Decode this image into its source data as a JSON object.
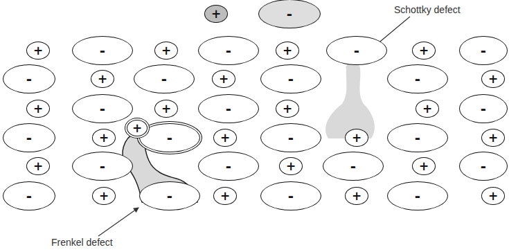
{
  "diagram": {
    "nodes": [
      {
        "text": [
          "+"
        ]
      },
      {
        "text": [
          "-"
        ]
      },
      {
        "text": [
          "+"
        ]
      },
      {
        "text": [
          "-"
        ]
      },
      {
        "text": [
          "+"
        ]
      },
      {
        "text": [
          "-"
        ]
      },
      {
        "text": [
          "+"
        ]
      },
      {
        "text": [
          "-"
        ]
      },
      {
        "text": [
          "+"
        ]
      },
      {
        "text": [
          "-"
        ]
      },
      {
        "text": [
          "-"
        ]
      },
      {
        "text": [
          "+"
        ]
      },
      {
        "text": [
          "-"
        ]
      },
      {
        "text": [
          "+"
        ]
      },
      {
        "text": [
          "-"
        ]
      },
      {
        "text": [
          "-"
        ]
      },
      {
        "text": [
          "+"
        ]
      },
      {
        "text": [
          "+"
        ]
      },
      {
        "text": [
          "-"
        ]
      },
      {
        "text": [
          "+"
        ]
      },
      {
        "text": [
          "-"
        ]
      },
      {
        "text": [
          "+"
        ]
      },
      {
        "text": [
          "+"
        ]
      },
      {
        "text": [
          "-"
        ]
      },
      {
        "text": [
          "-"
        ]
      },
      {
        "text": [
          "+"
        ]
      },
      {
        "text": [
          "+"
        ]
      },
      {
        "text": [
          "-"
        ]
      },
      {
        "text": [
          "+"
        ]
      },
      {
        "text": [
          "-"
        ]
      },
      {
        "text": [
          "+"
        ]
      },
      {
        "text": [
          "-"
        ]
      },
      {
        "text": [
          "+"
        ]
      },
      {
        "text": [
          "+"
        ]
      },
      {
        "text": [
          "-"
        ]
      },
      {
        "text": [
          "-"
        ]
      },
      {
        "text": [
          "+"
        ]
      },
      {
        "text": [
          "-"
        ]
      },
      {
        "text": [
          "+"
        ]
      },
      {
        "text": [
          "-"
        ]
      },
      {
        "text": [
          "-"
        ]
      },
      {
        "text": [
          "+"
        ]
      },
      {
        "text": [
          "-"
        ]
      },
      {
        "text": [
          "+"
        ]
      },
      {
        "text": [
          "-"
        ]
      },
      {
        "text": [
          "+"
        ]
      },
      {
        "text": [
          "-"
        ]
      },
      {
        "text": [
          "+"
        ]
      }
    ],
    "labels": [
      "Schottky defect",
      "Frenkel defect"
    ]
  }
}
